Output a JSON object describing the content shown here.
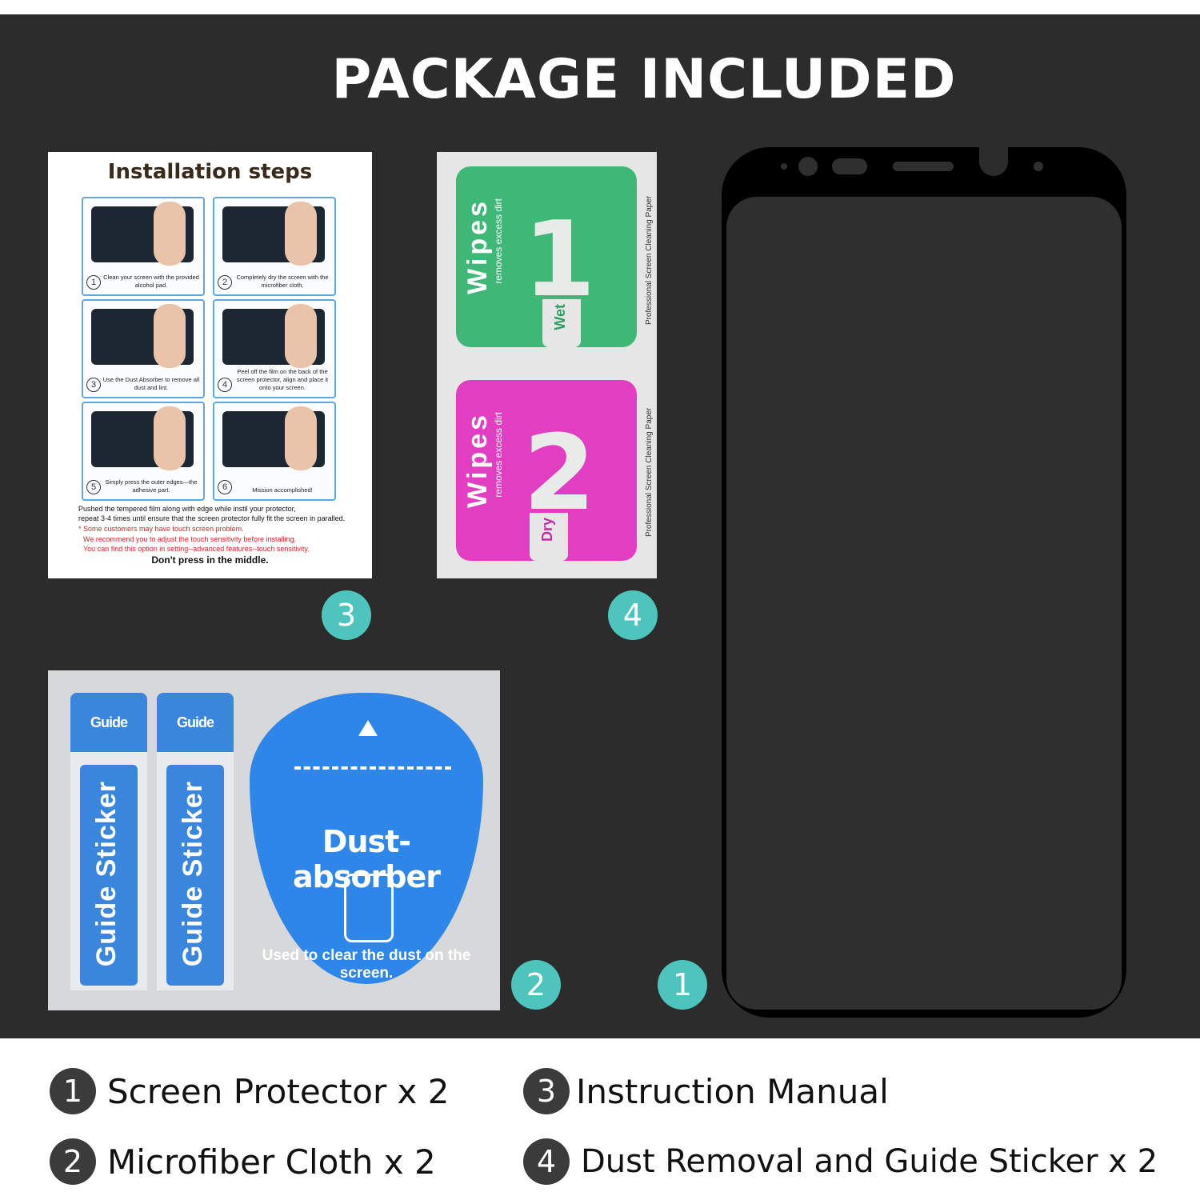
{
  "headline": "PACKAGE INCLUDED",
  "manual": {
    "title": "Installation steps",
    "steps": [
      {
        "num": "1",
        "text": "Clean your screen with the provided alcohol pad."
      },
      {
        "num": "2",
        "text": "Completely dry the screen with the microfiber cloth."
      },
      {
        "num": "3",
        "text": "Use the Dust Absorber to remove all dust and lint."
      },
      {
        "num": "4",
        "text": "Peel off the film on the back of the screen protector, align and place it onto your screen."
      },
      {
        "num": "5",
        "text": "Simply press the outer edges—the adhesive part."
      },
      {
        "num": "6",
        "text": "Mission accomplished!"
      }
    ],
    "note_lines": [
      "Pushed the tempered film along with edge while instil your protector,",
      "repeat 3-4 times until ensure that the screen protector fully fit the screen in paralled."
    ],
    "warning_lines": [
      "* Some customers may have touch screen problem.",
      "We recommend you to adjust the touch sensitivity before installing.",
      "You can find this option in setting--advanced features--touch sensitivity."
    ],
    "footer": "Don't press in the middle."
  },
  "wipes": {
    "wipe1": {
      "title": "Wipes",
      "sub": "removes excess dirt",
      "number": "1",
      "tag": "Wet",
      "side": "Professional Screen Cleaning Paper"
    },
    "wipe2": {
      "title": "Wipes",
      "sub": "removes excess dirt",
      "number": "2",
      "tag": "Dry",
      "side": "Professional Screen Cleaning Paper"
    }
  },
  "badges": {
    "b1": "1",
    "b2": "2",
    "b3": "3",
    "b4": "4"
  },
  "stickers": {
    "guide_top": "Guide Sticker",
    "guide_strip": "Guide Sticker",
    "dust_title": "Dust-absorber",
    "dust_sub": "Used to clear the dust on the screen."
  },
  "legend": [
    {
      "num": "1",
      "text": "Screen Protector x 2"
    },
    {
      "num": "3",
      "text": "Instruction Manual"
    },
    {
      "num": "2",
      "text": "Microfiber Cloth x 2"
    },
    {
      "num": "4",
      "text": "Dust Removal and Guide Sticker x 2"
    }
  ],
  "colors": {
    "background": "#2c2c2c",
    "badge": "#4dc5bd",
    "legend_circle": "#3b3b3b",
    "wipe_green": "#3fb877",
    "wipe_pink": "#e23ec1",
    "sticker_blue": "#2e86e8"
  }
}
